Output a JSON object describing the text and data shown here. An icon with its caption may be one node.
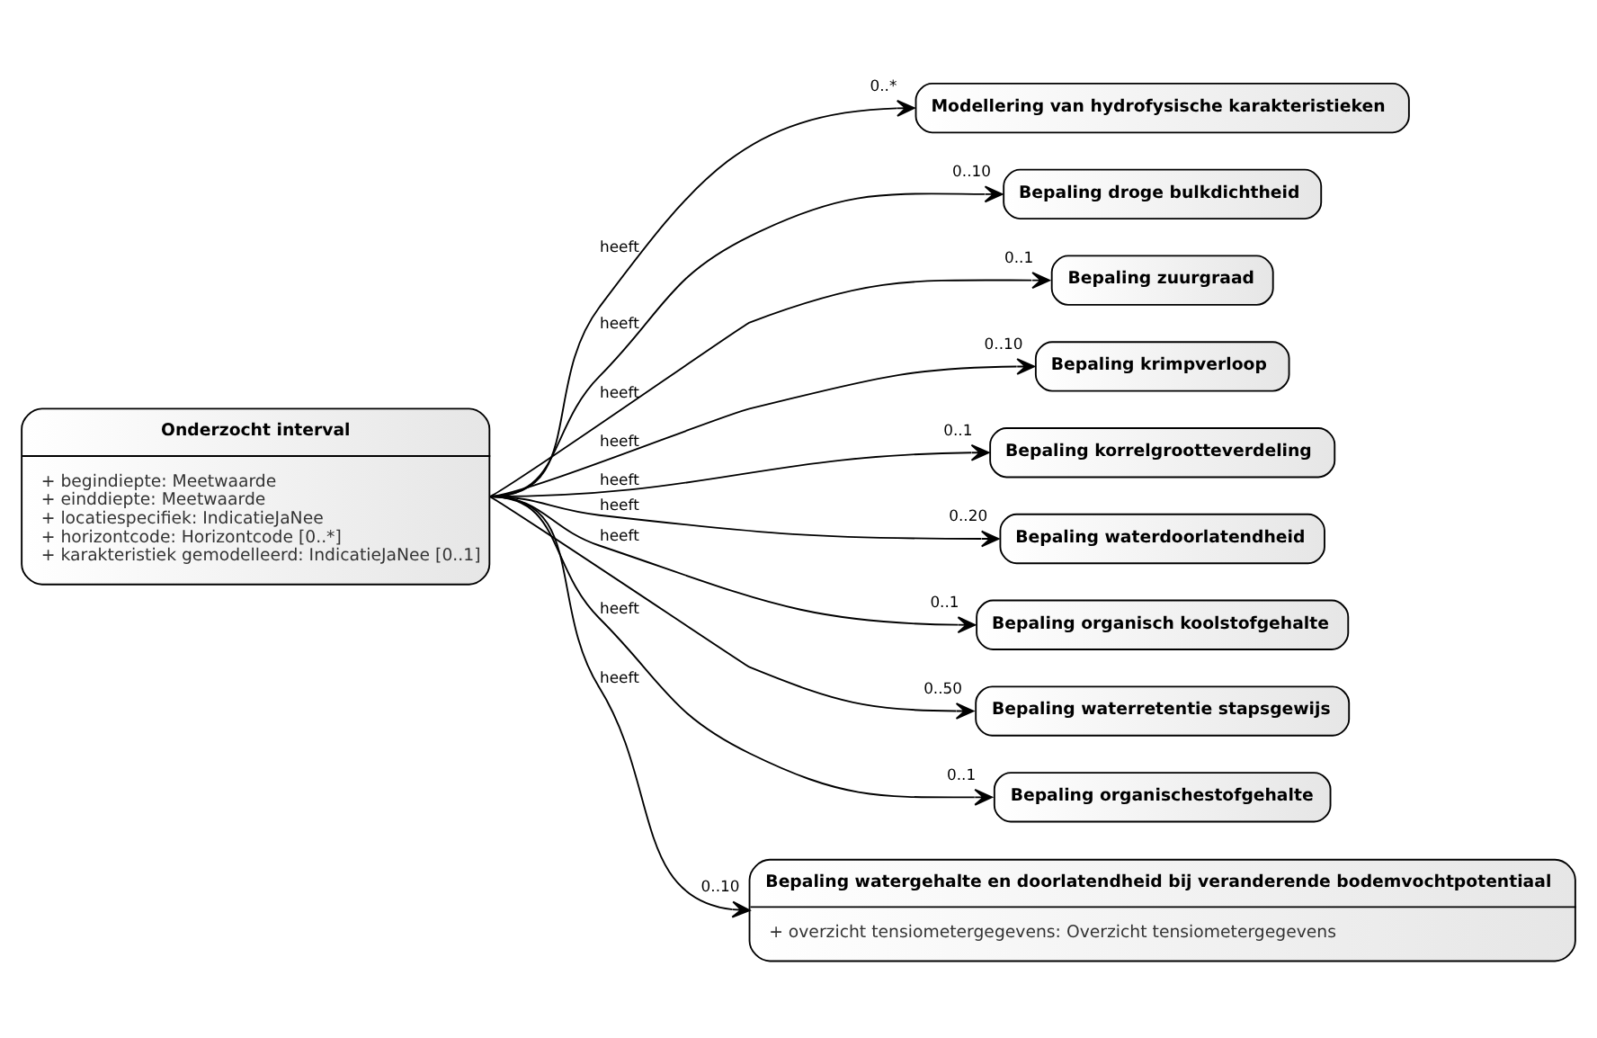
{
  "diagram": {
    "nodes": [
      {
        "text": [
          "Onderzocht interval",
          "+ begindiepte: Meetwaarde",
          "+ einddiepte: Meetwaarde",
          "+ locatiespecifiek: IndicatieJaNee",
          "+ horizontcode: Horizontcode [0..*]",
          "+ karakteristiek gemodelleerd: IndicatieJaNee [0..1]"
        ]
      },
      {
        "text": [
          "Modellering van hydrofysische karakteristieken"
        ],
        "beside": [
          "0..*"
        ]
      },
      {
        "text": [
          "Bepaling droge bulkdichtheid"
        ],
        "beside": [
          "0..10"
        ]
      },
      {
        "text": [
          "Bepaling zuurgraad"
        ],
        "beside": [
          "0..1"
        ]
      },
      {
        "text": [
          "Bepaling krimpverloop"
        ],
        "beside": [
          "0..10"
        ]
      },
      {
        "text": [
          "Bepaling korrelgrootteverdeling"
        ],
        "beside": [
          "0..1"
        ]
      },
      {
        "text": [
          "Bepaling waterdoorlatendheid"
        ],
        "beside": [
          "0..20"
        ]
      },
      {
        "text": [
          "Bepaling organisch koolstofgehalte"
        ],
        "beside": [
          "0..1"
        ]
      },
      {
        "text": [
          "Bepaling waterretentie stapsgewijs"
        ],
        "beside": [
          "0..50"
        ]
      },
      {
        "text": [
          "Bepaling organischestofgehalte"
        ],
        "beside": [
          "0..1"
        ]
      },
      {
        "text": [
          "Bepaling watergehalte en doorlatendheid bij veranderende bodemvochtpotentiaal",
          "+ overzicht tensiometergegevens: Overzicht tensiometergegevens"
        ],
        "beside": [
          "0..10"
        ]
      }
    ],
    "edges": [
      {
        "from": 0,
        "to": 1,
        "arrow": "to",
        "label": "heeft"
      },
      {
        "from": 0,
        "to": 2,
        "arrow": "to",
        "label": "heeft"
      },
      {
        "from": 0,
        "to": 3,
        "arrow": "to",
        "label": "heeft"
      },
      {
        "from": 0,
        "to": 4,
        "arrow": "to",
        "label": "heeft"
      },
      {
        "from": 0,
        "to": 5,
        "arrow": "to",
        "label": "heeft"
      },
      {
        "from": 0,
        "to": 6,
        "arrow": "to",
        "label": "heeft"
      },
      {
        "from": 0,
        "to": 7,
        "arrow": "to",
        "label": "heeft"
      },
      {
        "from": 0,
        "to": 8,
        "arrow": "to"
      },
      {
        "from": 0,
        "to": 9,
        "arrow": "to",
        "label": "heeft"
      },
      {
        "from": 0,
        "to": 10,
        "arrow": "to",
        "label": "heeft"
      }
    ]
  }
}
